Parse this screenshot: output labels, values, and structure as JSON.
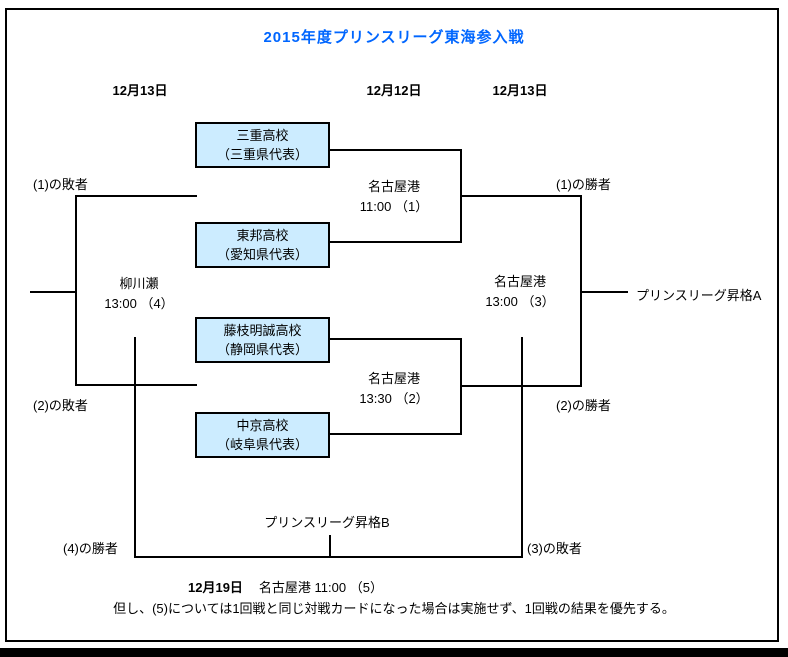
{
  "title": "2015年度プリンスリーグ東海参入戦",
  "dates": {
    "col_left": "12月13日",
    "col_mid": "12月12日",
    "col_right": "12月13日"
  },
  "teams": [
    {
      "name": "三重高校",
      "prefecture": "（三重県代表）"
    },
    {
      "name": "東邦高校",
      "prefecture": "（愛知県代表）"
    },
    {
      "name": "藤枝明誠高校",
      "prefecture": "（静岡県代表）"
    },
    {
      "name": "中京高校",
      "prefecture": "（岐阜県代表）"
    }
  ],
  "matches": {
    "m1": {
      "venue": "名古屋港",
      "time": "11:00 （1）"
    },
    "m2": {
      "venue": "名古屋港",
      "time": "13:30 （2）"
    },
    "m3": {
      "venue": "名古屋港",
      "time": "13:00 （3）"
    },
    "m4": {
      "venue": "柳川瀬",
      "time": "13:00 （4）"
    },
    "m5": {
      "date": "12月19日",
      "detail": "名古屋港 11:00 （5）"
    }
  },
  "labels": {
    "loser1": "(1)の敗者",
    "loser2": "(2)の敗者",
    "winner1": "(1)の勝者",
    "winner2": "(2)の勝者",
    "winner4": "(4)の勝者",
    "loser3": "(3)の敗者",
    "promotion_a": "プリンスリーグ昇格A",
    "promotion_b": "プリンスリーグ昇格B"
  },
  "note": "但し、(5)については1回戦と同じ対戦カードになった場合は実施せず、1回戦の結果を優先する。",
  "colors": {
    "title_text": "#0066FF",
    "team_box_fill": "#CCECFF",
    "line": "#000000"
  }
}
